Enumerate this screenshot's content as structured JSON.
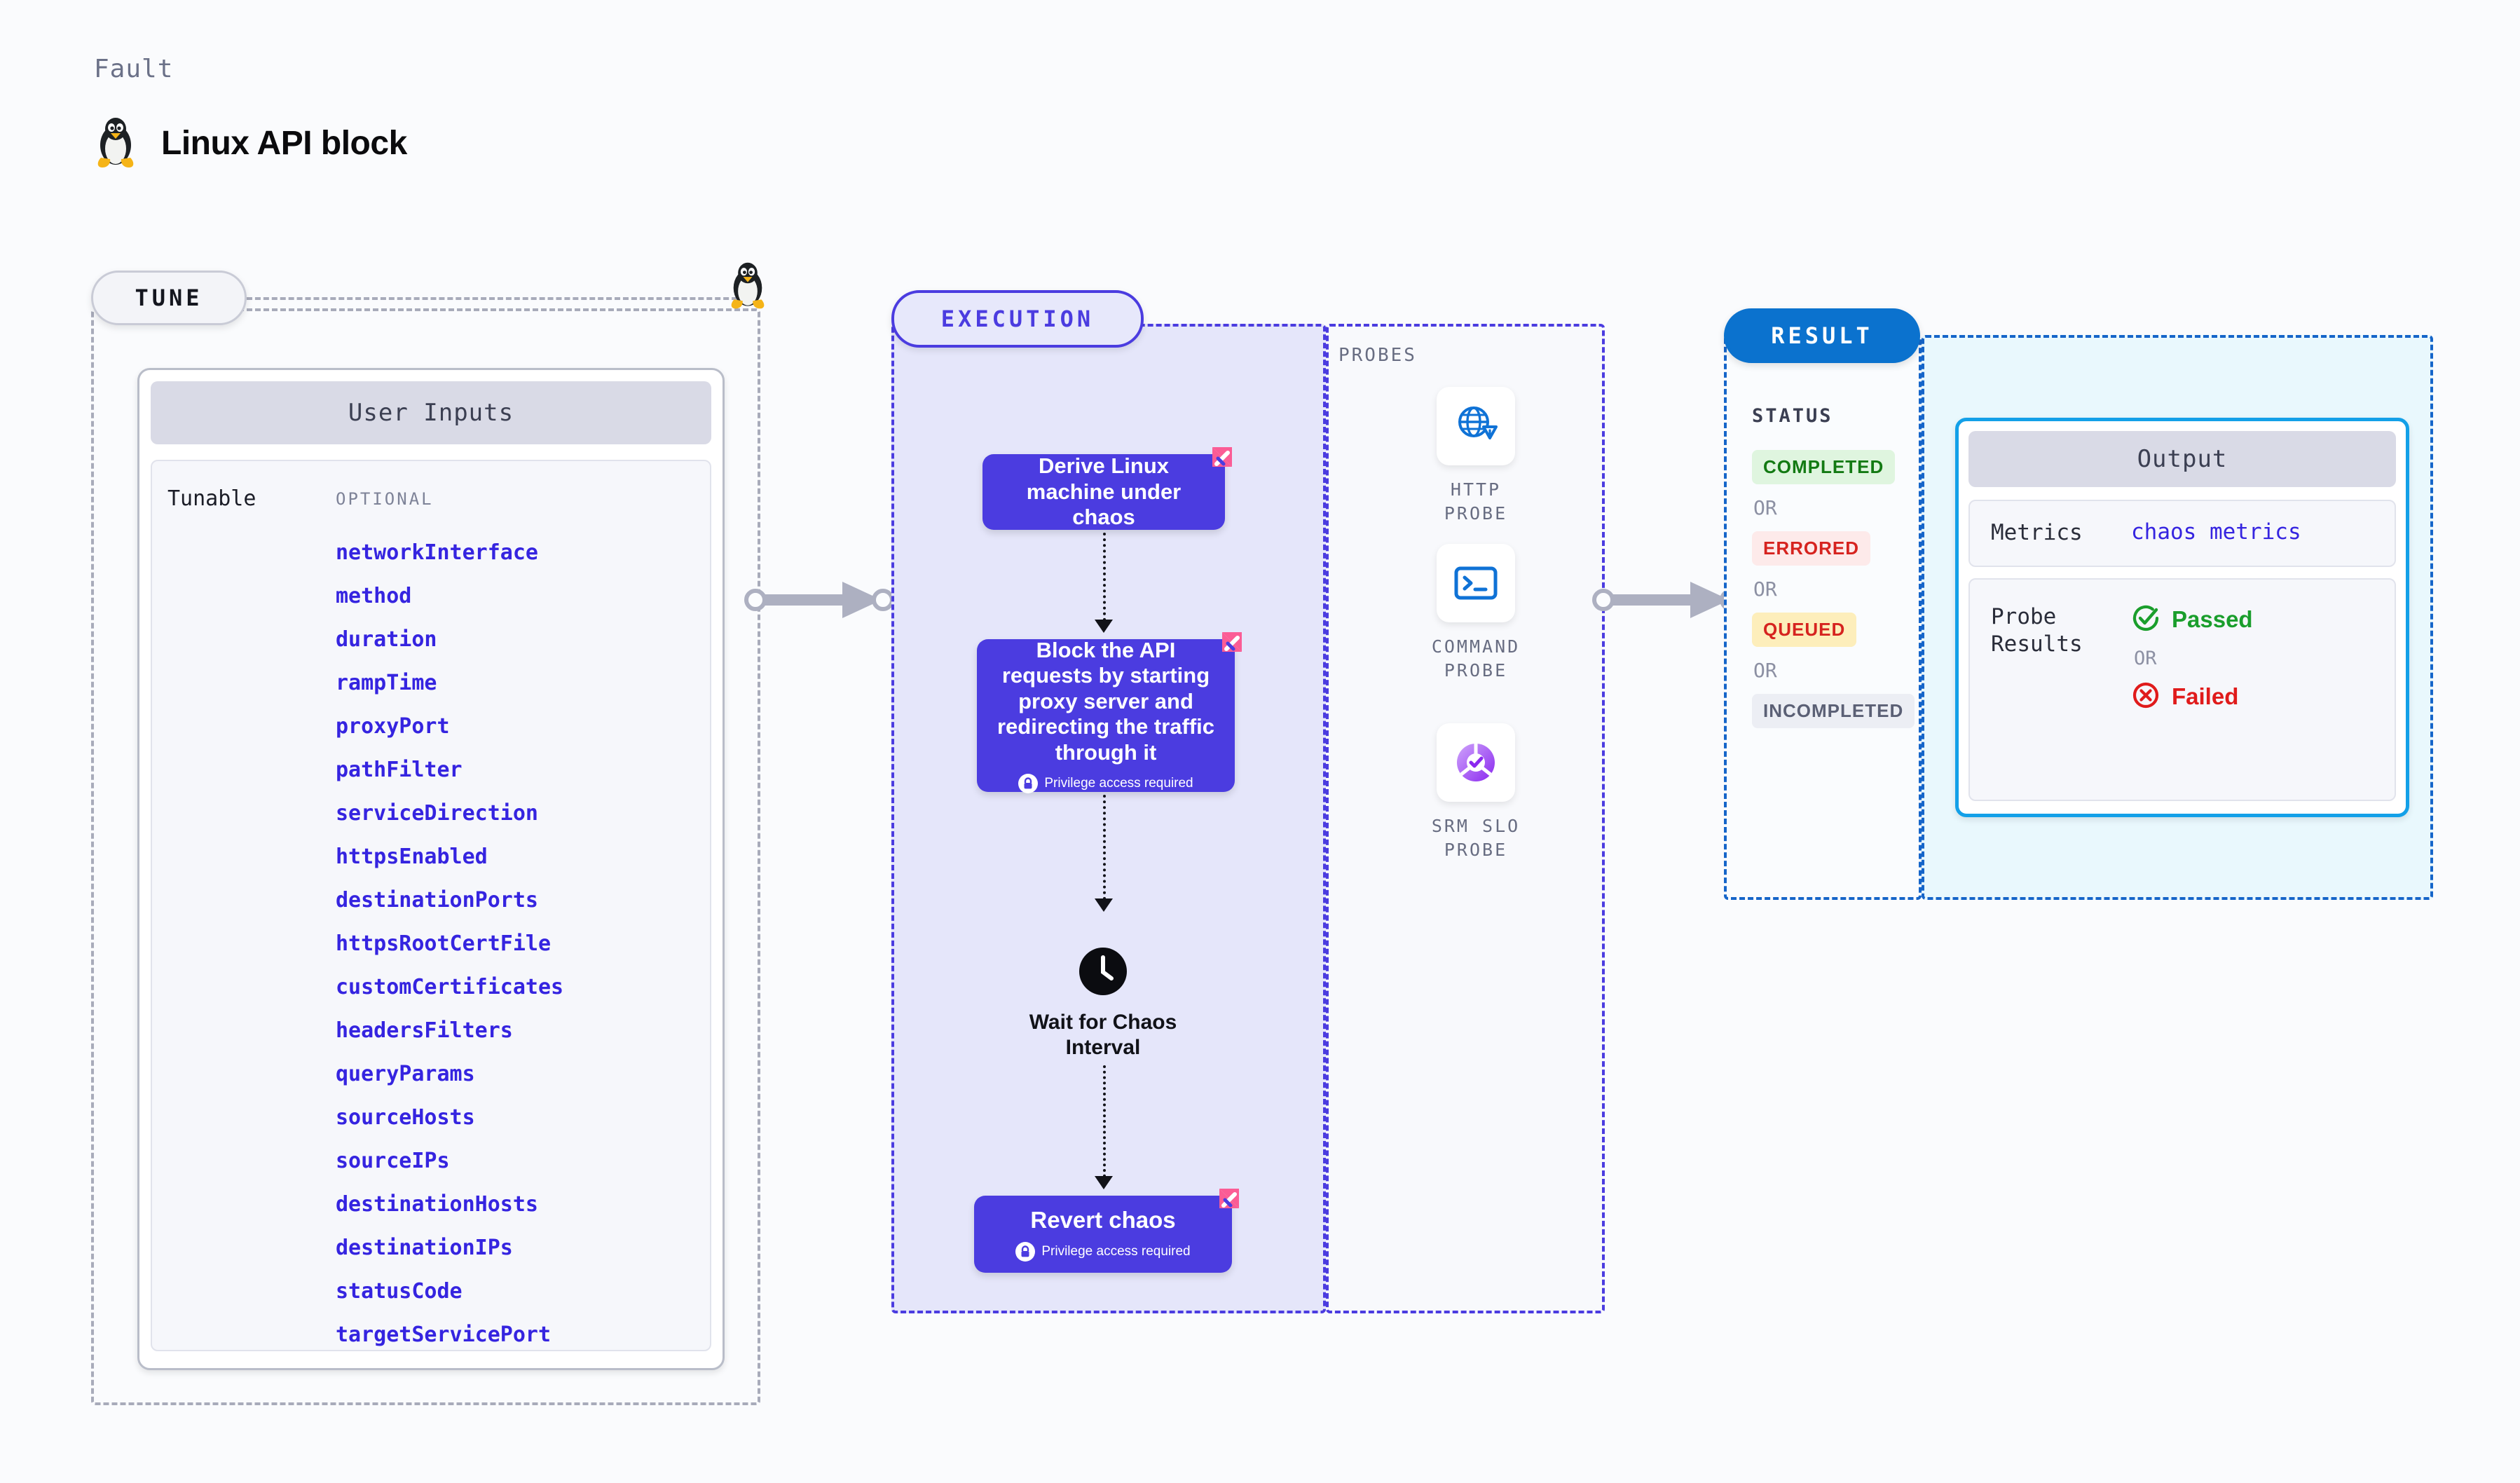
{
  "header": {
    "eyebrow": "Fault",
    "title": "Linux API block",
    "icon": "linux-penguin-icon"
  },
  "stages": {
    "tune": {
      "label": "TUNE"
    },
    "execution": {
      "label": "EXECUTION"
    },
    "result": {
      "label": "RESULT"
    }
  },
  "tune": {
    "card_title": "User Inputs",
    "tunable_label": "Tunable",
    "optional_label": "OPTIONAL",
    "parameters": [
      "networkInterface",
      "method",
      "duration",
      "rampTime",
      "proxyPort",
      "pathFilter",
      "serviceDirection",
      "httpsEnabled",
      "destinationPorts",
      "httpsRootCertFile",
      "customCertificates",
      "headersFilters",
      "queryParams",
      "sourceHosts",
      "sourceIPs",
      "destinationHosts",
      "destinationIPs",
      "statusCode",
      "targetServicePort"
    ]
  },
  "execution": {
    "nodes": [
      {
        "id": "derive",
        "text": "Derive Linux machine under chaos",
        "privilege_required": false,
        "privilege_label": "",
        "badge": "harness-corner-badge"
      },
      {
        "id": "block",
        "text": "Block the API requests by starting proxy server and redirecting the traffic through it",
        "privilege_required": true,
        "privilege_label": "Privilege access required",
        "badge": "harness-corner-badge"
      },
      {
        "id": "wait",
        "text": "Wait for Chaos Interval",
        "icon": "clock-icon",
        "type": "wait"
      },
      {
        "id": "revert",
        "text": "Revert chaos",
        "privilege_required": true,
        "privilege_label": "Privilege access required",
        "badge": "harness-corner-badge"
      }
    ]
  },
  "probes": {
    "title": "PROBES",
    "items": [
      {
        "label": "HTTP PROBE",
        "icon": "globe-warning-icon"
      },
      {
        "label": "COMMAND PROBE",
        "icon": "terminal-icon"
      },
      {
        "label": "SRM SLO PROBE",
        "icon": "slo-donut-check-icon"
      }
    ]
  },
  "result": {
    "status_title": "STATUS",
    "or_label": "OR",
    "statuses": [
      {
        "label": "COMPLETED",
        "bg": "#dff5df",
        "fg": "#137a13"
      },
      {
        "label": "ERRORED",
        "bg": "#fdeaea",
        "fg": "#d6231f"
      },
      {
        "label": "QUEUED",
        "bg": "#fdeebb",
        "fg": "#d6231f"
      },
      {
        "label": "INCOMPLETED",
        "bg": "#eceef4",
        "fg": "#5b6075"
      }
    ],
    "output": {
      "card_title": "Output",
      "metrics_key": "Metrics",
      "metrics_value": "chaos metrics",
      "probe_results_key": "Probe Results",
      "passed_label": "Passed",
      "failed_label": "Failed",
      "or_label": "OR",
      "passed_icon": "check-circle-icon",
      "failed_icon": "x-circle-icon"
    }
  },
  "colors": {
    "accent_purple": "#4b3ce0",
    "accent_blue": "#0b72ce",
    "output_border": "#13a0e8",
    "badge_pink": "#fb5c95",
    "tunable_text": "#3524e0",
    "muted": "#8c90a3"
  }
}
